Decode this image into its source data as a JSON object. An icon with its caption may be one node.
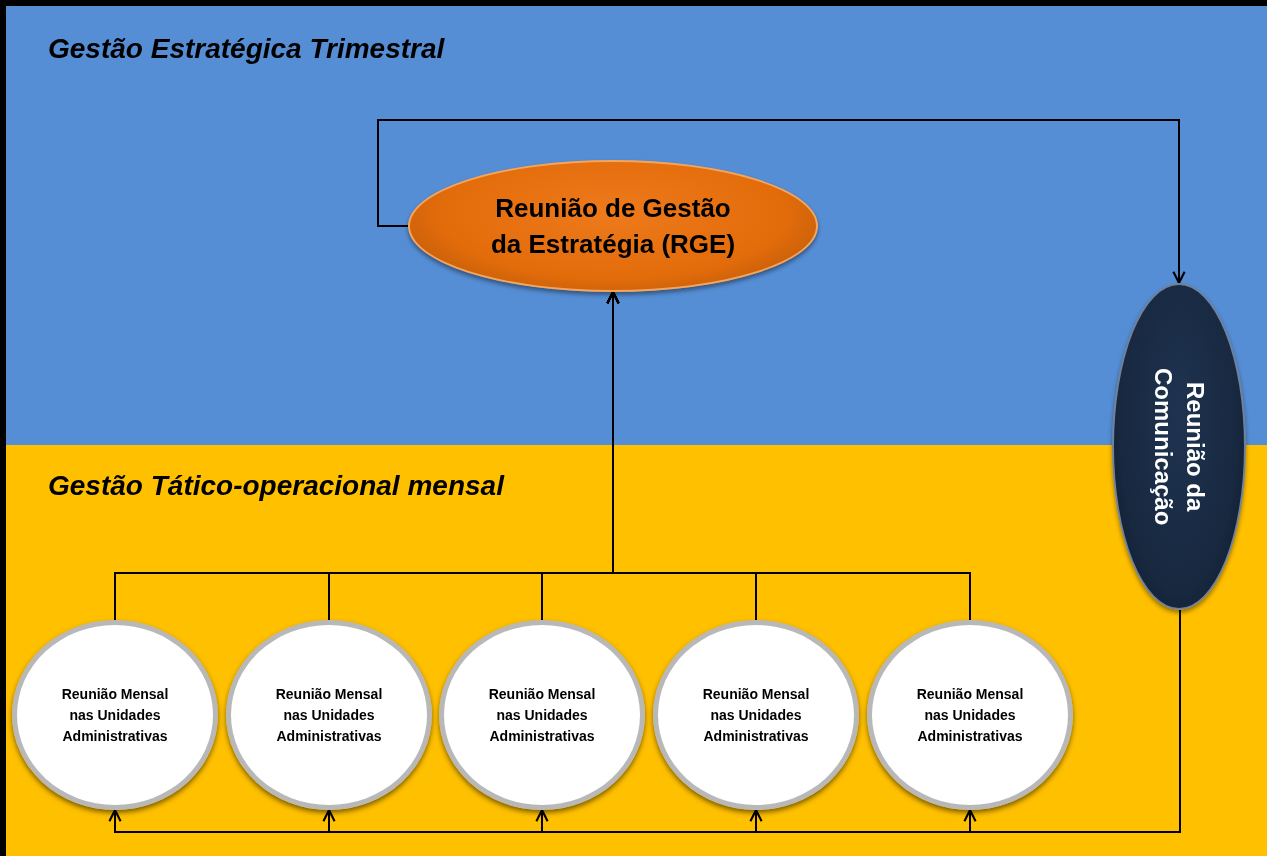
{
  "diagram": {
    "nodes": [
      {
        "text": [
          "Gestão Estratégica Trimestral"
        ]
      },
      {
        "text": [
          "Gestão Tático-operacional mensal"
        ]
      },
      {
        "text": [
          "Reunião de Gestão da Estratégia (RGE)"
        ],
        "in": 0
      },
      {
        "text": [
          "Reunião da Comunicação"
        ]
      },
      {
        "text": [
          "Reunião Mensal nas Unidades Administrativas"
        ],
        "in": 1
      },
      {
        "text": [
          "Reunião Mensal nas Unidades Administrativas"
        ],
        "in": 1
      },
      {
        "text": [
          "Reunião Mensal nas Unidades Administrativas"
        ],
        "in": 1
      },
      {
        "text": [
          "Reunião Mensal nas Unidades Administrativas"
        ],
        "in": 1
      },
      {
        "text": [
          "Reunião Mensal nas Unidades Administrativas"
        ],
        "in": 1
      }
    ],
    "edges": [
      {
        "from": 2,
        "to": 3,
        "arrow": "to"
      },
      {
        "from": 4,
        "to": 2,
        "arrow": "to"
      },
      {
        "from": 5,
        "to": 2,
        "arrow": "to"
      },
      {
        "from": 6,
        "to": 2,
        "arrow": "to"
      },
      {
        "from": 7,
        "to": 2,
        "arrow": "to"
      },
      {
        "from": 8,
        "to": 2,
        "arrow": "to"
      },
      {
        "from": 3,
        "to": 4,
        "arrow": "to"
      },
      {
        "from": 3,
        "to": 5,
        "arrow": "to"
      },
      {
        "from": 3,
        "to": 6,
        "arrow": "to"
      },
      {
        "from": 3,
        "to": 7,
        "arrow": "to"
      },
      {
        "from": 3,
        "to": 8,
        "arrow": "to"
      }
    ]
  }
}
